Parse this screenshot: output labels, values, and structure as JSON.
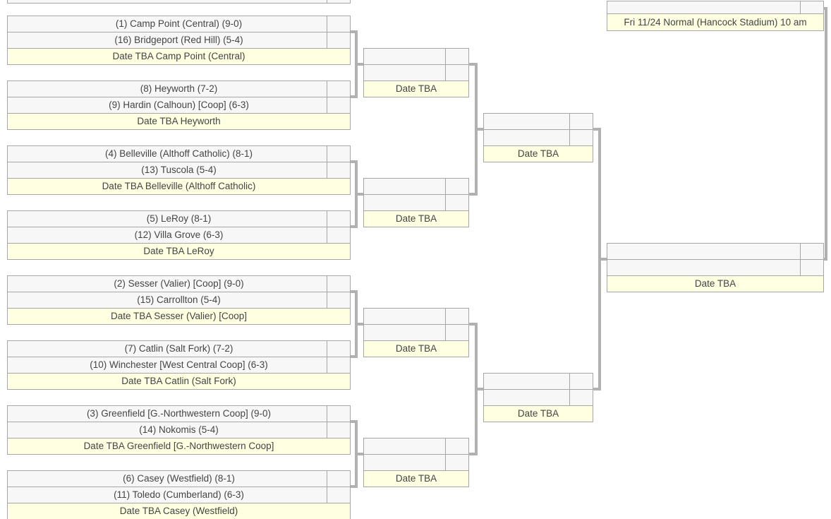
{
  "colors": {
    "page_bg": "#ffffff",
    "row_bg": "#f7f7f7",
    "date_bg": "#ffffe1",
    "border": "#a6a6a6",
    "connector": "#b1b1b1",
    "text": "#444444"
  },
  "round1": [
    {
      "team1": "(1) Camp Point (Central) (9-0)",
      "score1": "",
      "team2": "(16) Bridgeport (Red Hill) (5-4)",
      "score2": "",
      "date": "Date TBA Camp Point (Central)"
    },
    {
      "team1": "(8) Heyworth (7-2)",
      "score1": "",
      "team2": "(9) Hardin (Calhoun) [Coop] (6-3)",
      "score2": "",
      "date": "Date TBA Heyworth"
    },
    {
      "team1": "(4) Belleville (Althoff Catholic) (8-1)",
      "score1": "",
      "team2": "(13) Tuscola (5-4)",
      "score2": "",
      "date": "Date TBA Belleville (Althoff Catholic)"
    },
    {
      "team1": "(5) LeRoy (8-1)",
      "score1": "",
      "team2": "(12) Villa Grove (6-3)",
      "score2": "",
      "date": "Date TBA LeRoy"
    },
    {
      "team1": "(2) Sesser (Valier) [Coop] (9-0)",
      "score1": "",
      "team2": "(15) Carrollton (5-4)",
      "score2": "",
      "date": "Date TBA Sesser (Valier) [Coop]"
    },
    {
      "team1": "(7) Catlin (Salt Fork) (7-2)",
      "score1": "",
      "team2": "(10) Winchester [West Central Coop] (6-3)",
      "score2": "",
      "date": "Date TBA Catlin (Salt Fork)"
    },
    {
      "team1": "(3) Greenfield [G.-Northwestern Coop] (9-0)",
      "score1": "",
      "team2": "(14) Nokomis (5-4)",
      "score2": "",
      "date": "Date TBA Greenfield [G.-Northwestern Coop]"
    },
    {
      "team1": "(6) Casey (Westfield) (8-1)",
      "score1": "",
      "team2": "(11) Toledo (Cumberland) (6-3)",
      "score2": "",
      "date": "Date TBA Casey (Westfield)"
    }
  ],
  "quarterfinals": [
    {
      "team1": "",
      "score1": "",
      "team2": "",
      "score2": "",
      "date": "Date TBA"
    },
    {
      "team1": "",
      "score1": "",
      "team2": "",
      "score2": "",
      "date": "Date TBA"
    },
    {
      "team1": "",
      "score1": "",
      "team2": "",
      "score2": "",
      "date": "Date TBA"
    },
    {
      "team1": "",
      "score1": "",
      "team2": "",
      "score2": "",
      "date": "Date TBA"
    }
  ],
  "semifinals": [
    {
      "team1": "",
      "score1": "",
      "team2": "",
      "score2": "",
      "date": "Date TBA"
    },
    {
      "team1": "",
      "score1": "",
      "team2": "",
      "score2": "",
      "date": "Date TBA"
    }
  ],
  "final": {
    "team1": "",
    "score1": "",
    "team2": "",
    "score2": "",
    "date": "Date TBA"
  },
  "championship": {
    "winner": "",
    "score": "",
    "info": "Fri 11/24 Normal (Hancock Stadium) 10 am"
  }
}
